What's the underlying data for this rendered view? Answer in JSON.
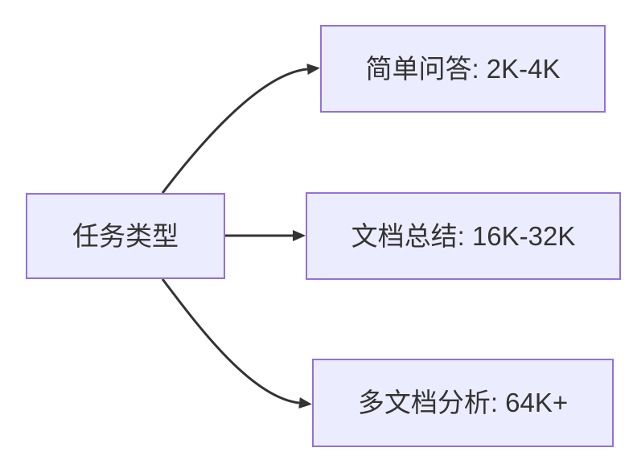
{
  "diagram": {
    "type": "flowchart",
    "direction": "left-to-right",
    "colors": {
      "background": "#ffffff",
      "node_fill": "#ECECFF",
      "node_border": "#9370DB",
      "edge_color": "#333333",
      "text_color": "#333333"
    },
    "root": {
      "label": "任务类型"
    },
    "children": [
      {
        "label": "简单问答: 2K-4K"
      },
      {
        "label": "文档总结: 16K-32K"
      },
      {
        "label": "多文档分析: 64K+"
      }
    ],
    "edges": [
      {
        "from": "任务类型",
        "to": "简单问答: 2K-4K"
      },
      {
        "from": "任务类型",
        "to": "文档总结: 16K-32K"
      },
      {
        "from": "任务类型",
        "to": "多文档分析: 64K+"
      }
    ]
  }
}
